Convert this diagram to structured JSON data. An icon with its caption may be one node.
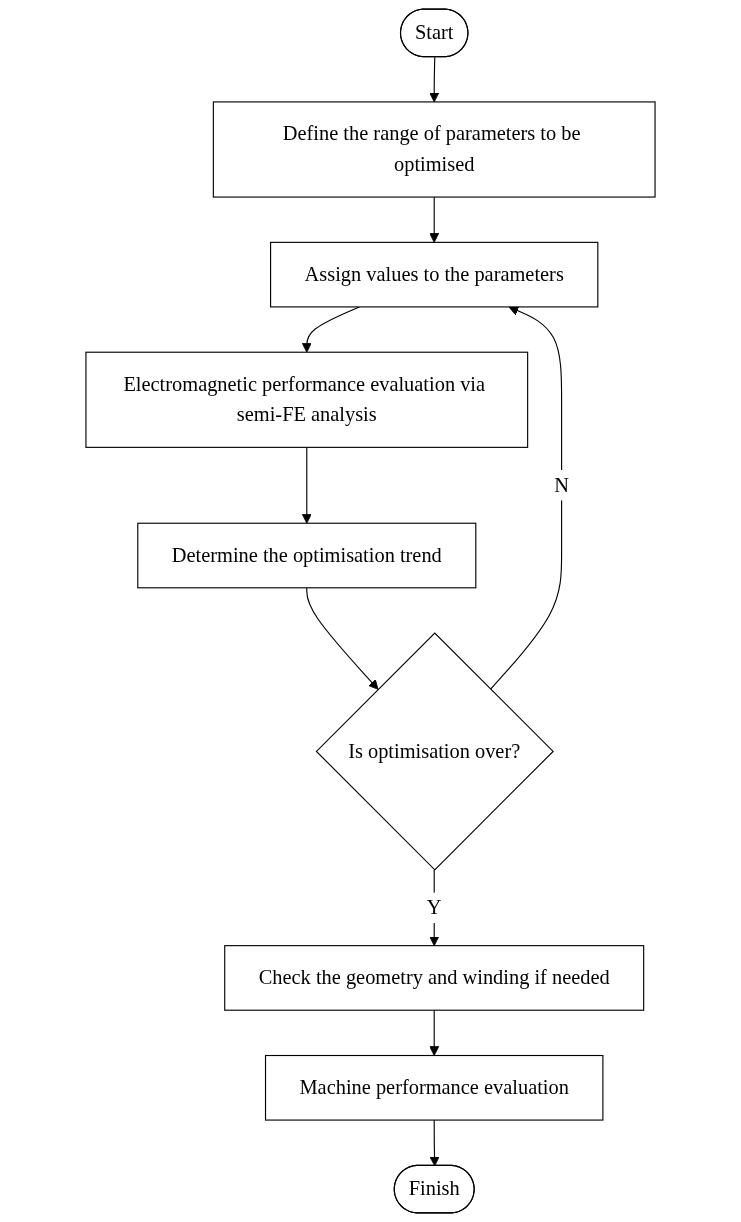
{
  "diagram": {
    "nodes": [
      {
        "text": [
          "Start"
        ]
      },
      {
        "text": [
          "Define the range of parameters to be optimised"
        ]
      },
      {
        "text": [
          "Assign values to the parameters"
        ]
      },
      {
        "text": [
          "Electromagnetic performance evaluation via semi-FE analysis"
        ]
      },
      {
        "text": [
          "Determine the optimisation trend"
        ]
      },
      {
        "text": [
          "Is optimisation over?"
        ]
      },
      {
        "text": [
          "Check the geometry and winding if needed"
        ]
      },
      {
        "text": [
          "Machine performance evaluation"
        ]
      },
      {
        "text": [
          "Finish"
        ]
      }
    ],
    "edges": [
      {
        "from": 0,
        "to": 1,
        "arrow": "to"
      },
      {
        "from": 1,
        "to": 2,
        "arrow": "to"
      },
      {
        "from": 2,
        "to": 3,
        "arrow": "to"
      },
      {
        "from": 3,
        "to": 4,
        "arrow": "to"
      },
      {
        "from": 4,
        "to": 5,
        "arrow": "to"
      },
      {
        "from": 5,
        "to": 2,
        "arrow": "to",
        "label": "N"
      },
      {
        "from": 5,
        "to": 6,
        "arrow": "to",
        "label": "Y"
      },
      {
        "from": 6,
        "to": 7,
        "arrow": "to"
      },
      {
        "from": 7,
        "to": 8,
        "arrow": "to"
      }
    ]
  }
}
